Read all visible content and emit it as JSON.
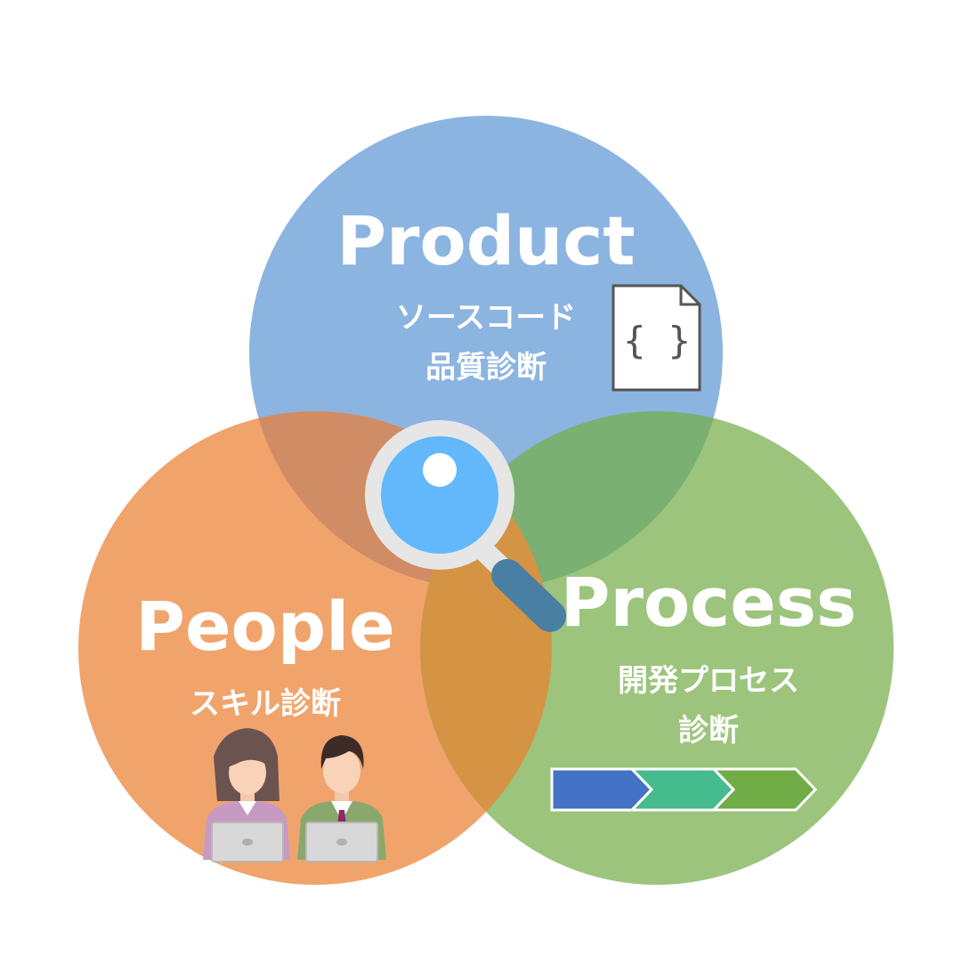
{
  "colors": {
    "product": "#8cb4e0",
    "people": "#f0a46c",
    "process": "#9cc47c",
    "overlap_product_people": "#d08c64",
    "overlap_product_process": "#7ab072",
    "overlap_people_process": "#d49444",
    "magnifier_lens": "#62b8fb",
    "magnifier_rim": "#e6e6e6",
    "magnifier_handle": "#4a7fa4",
    "process_step_1": "#4472c4",
    "process_step_2": "#45bb8e",
    "process_step_3": "#70ad47"
  },
  "product": {
    "title": "Product",
    "subtitle_line1": "ソースコード",
    "subtitle_line2": "品質診断",
    "doc_icon_text": "{ }"
  },
  "people": {
    "title": "People",
    "subtitle": "スキル診断"
  },
  "process": {
    "title": "Process",
    "subtitle_line1": "開発プロセス",
    "subtitle_line2": "診断"
  },
  "icons": [
    "magnifier-icon",
    "code-document-icon",
    "woman-laptop-icon",
    "man-laptop-icon",
    "process-arrows-icon"
  ]
}
